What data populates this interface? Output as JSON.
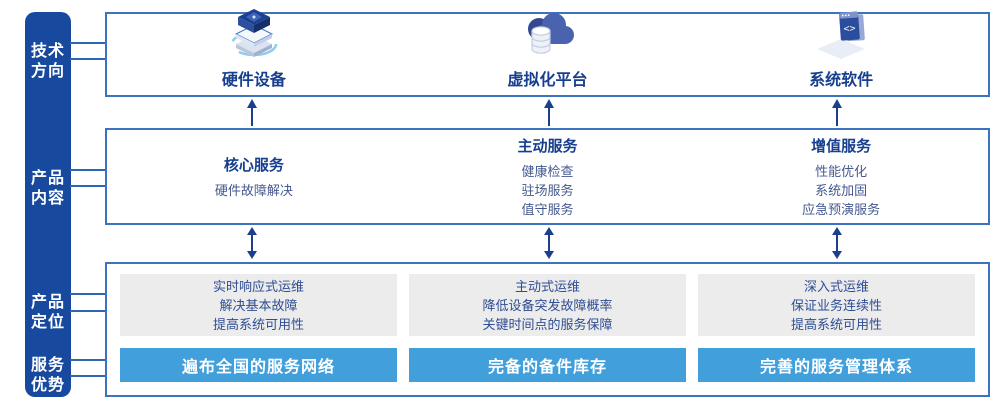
{
  "colors": {
    "navy": "#17499e",
    "navy-text": "#163f8f",
    "body-text": "#44598f",
    "panel-text": "#2f4d92",
    "border-blue": "#3b73c1",
    "line-blue": "#2f66b0",
    "skyblue": "#41a0dc",
    "panel-gray": "#ececec",
    "arrow": "#1a3f8f"
  },
  "sidebar": {
    "labels": [
      "技术\n方向",
      "产品\n内容",
      "产品\n定位",
      "服务\n优势"
    ]
  },
  "tech_row": {
    "items": [
      {
        "icon": "server-stack-icon",
        "label": "硬件设备"
      },
      {
        "icon": "cloud-database-icon",
        "label": "虚拟化平台"
      },
      {
        "icon": "code-window-icon",
        "label": "系统软件"
      }
    ]
  },
  "content_row": {
    "columns": [
      {
        "title": "核心服务",
        "items": [
          "硬件故障解决"
        ]
      },
      {
        "title": "主动服务",
        "items": [
          "健康检查",
          "驻场服务",
          "值守服务"
        ]
      },
      {
        "title": "增值服务",
        "items": [
          "性能优化",
          "系统加固",
          "应急预演服务"
        ]
      }
    ]
  },
  "positioning_row": {
    "columns": [
      {
        "points": [
          "实时响应式运维",
          "解决基本故障",
          "提高系统可用性"
        ],
        "advantage": "遍布全国的服务网络"
      },
      {
        "points": [
          "主动式运维",
          "降低设备突发故障概率",
          "关键时间点的服务保障"
        ],
        "advantage": "完备的备件库存"
      },
      {
        "points": [
          "深入式运维",
          "保证业务连续性",
          "提高系统可用性"
        ],
        "advantage": "完善的服务管理体系"
      }
    ]
  }
}
